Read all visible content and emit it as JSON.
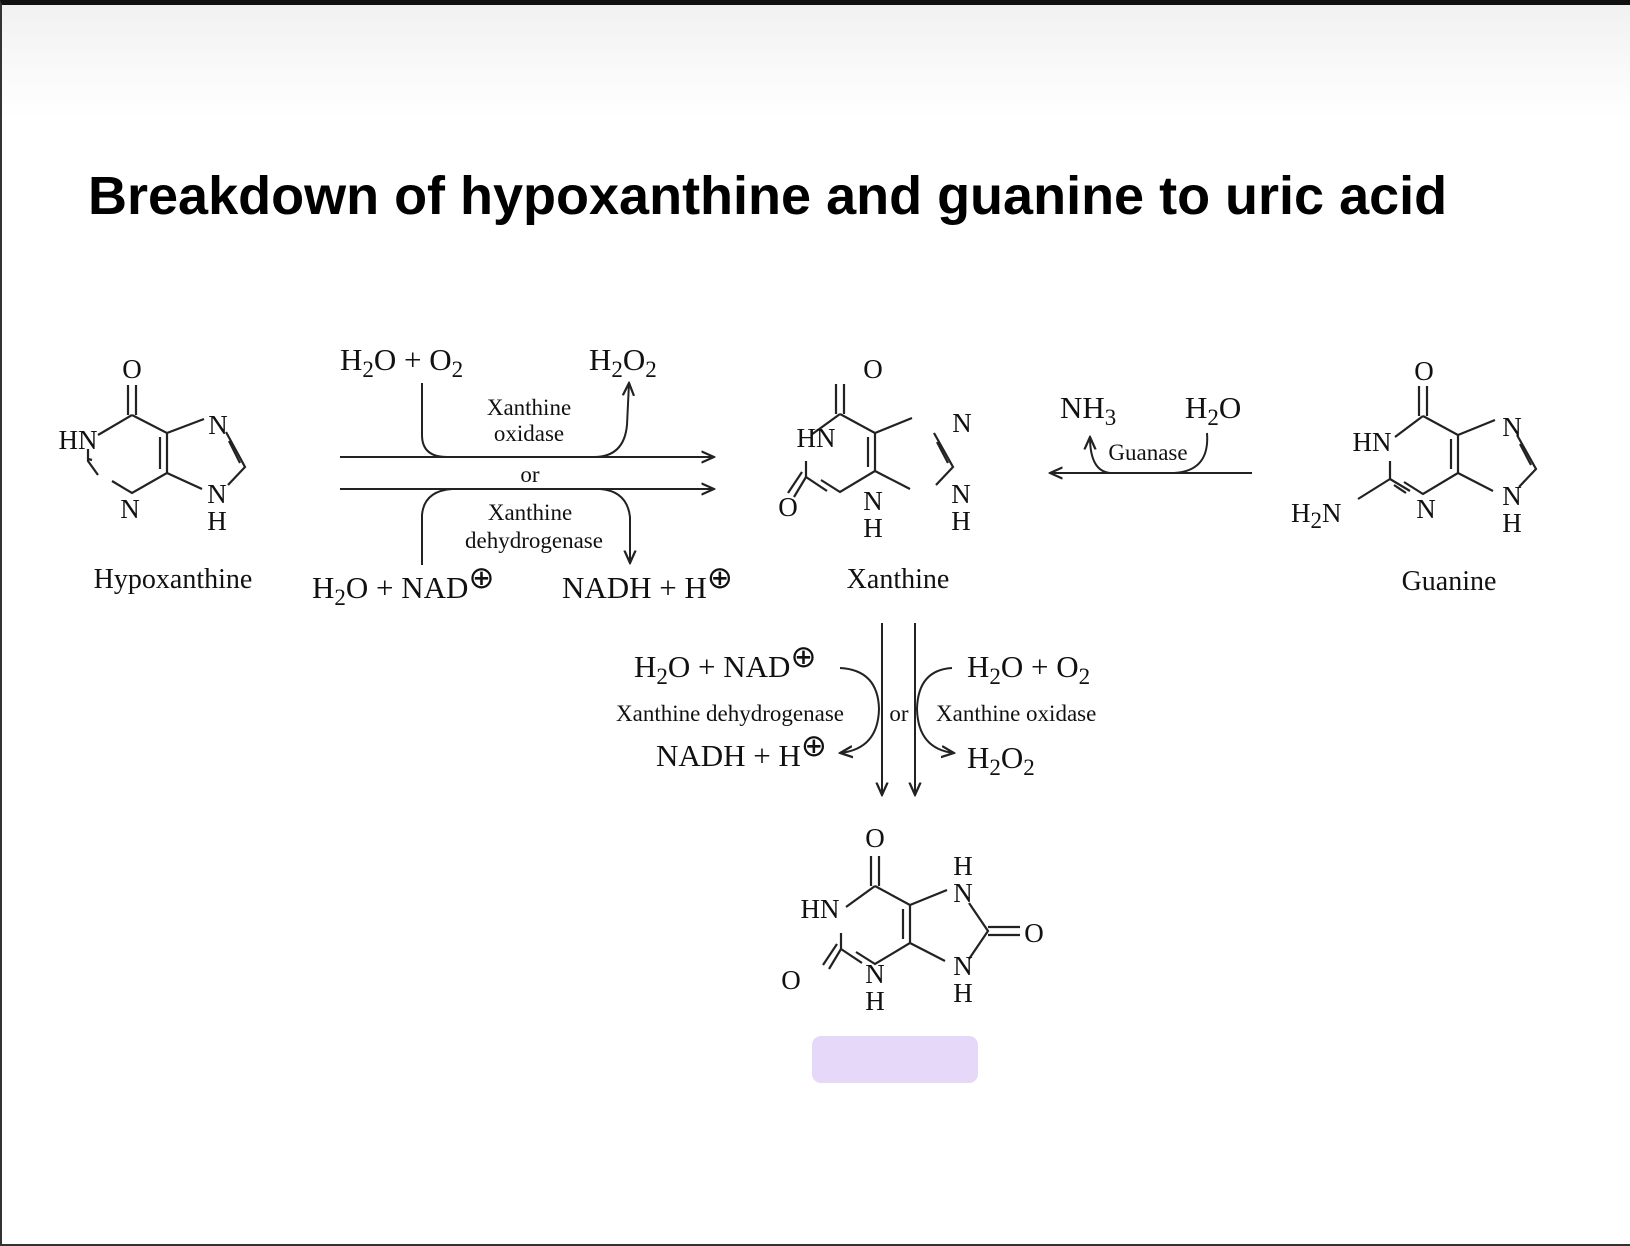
{
  "slide": {
    "title": "Breakdown of hypoxanthine and guanine to uric acid",
    "highlight_color": "#e5d8f8"
  },
  "atoms": {
    "O": "O",
    "N": "N",
    "H": "H",
    "HN": "HN",
    "H2N_main": "H",
    "H2N_sub": "2",
    "H2N_end": "N"
  },
  "molecules": {
    "hypoxanthine": "Hypoxanthine",
    "xanthine": "Xanthine",
    "guanine": "Guanine"
  },
  "reactions": {
    "top": {
      "reactant_oxidase": [
        "H",
        "2",
        "O + O",
        "2"
      ],
      "product_oxidase": [
        "H",
        "2",
        "O",
        "2"
      ],
      "enzyme_oxidase": [
        "Xanthine",
        "oxidase"
      ],
      "or": "or",
      "enzyme_dehydrogenase": [
        "Xanthine",
        "dehydrogenase"
      ],
      "reactant_dehydrogenase": [
        "H",
        "2",
        "O + NAD",
        "⊕"
      ],
      "product_dehydrogenase": [
        "NADH + H",
        "⊕"
      ]
    },
    "guanase": {
      "product_1": [
        "NH",
        "3"
      ],
      "reactant_1": [
        "H",
        "2",
        "O"
      ],
      "enzyme": "Guanase"
    },
    "lower": {
      "reactant_dehydrogenase": [
        "H",
        "2",
        "O + NAD",
        "⊕"
      ],
      "enzyme_dehydrogenase": "Xanthine dehydrogenase",
      "product_dehydrogenase": [
        "NADH + H",
        "⊕"
      ],
      "or": "or",
      "reactant_oxidase": [
        "H",
        "2",
        "O + O",
        "2"
      ],
      "enzyme_oxidase": "Xanthine oxidase",
      "product_oxidase": [
        "H",
        "2",
        "O",
        "2"
      ]
    }
  }
}
